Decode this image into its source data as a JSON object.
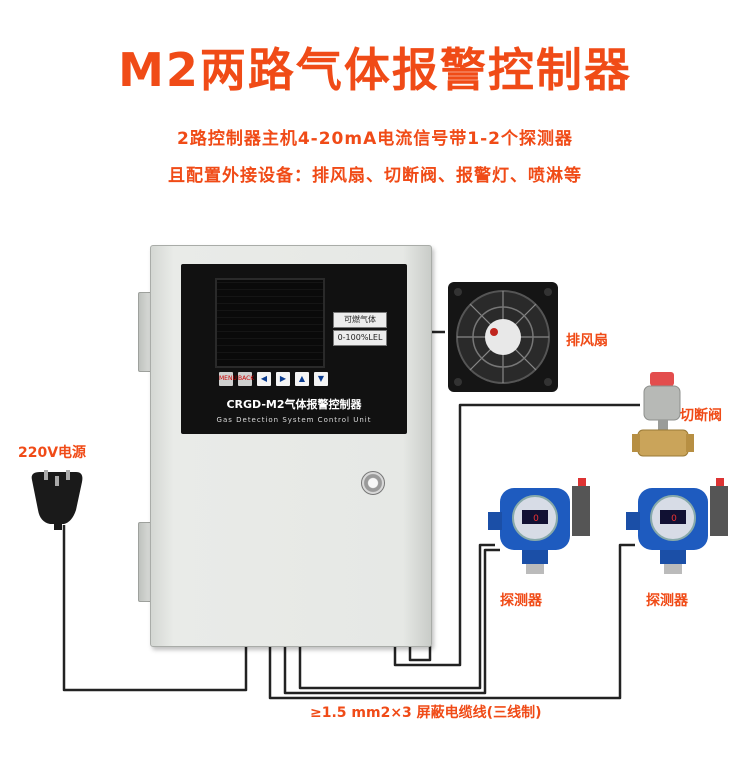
{
  "title": "M2两路气体报警控制器",
  "subtitle_line1": "2路控制器主机4-20mA电流信号带1-2个探测器",
  "subtitle_line2": "且配置外接设备：排风扇、切断阀、报警灯、喷淋等",
  "labels": {
    "power": "220V电源",
    "fan": "排风扇",
    "valve": "切断阀",
    "detector1": "探测器",
    "detector2": "探测器",
    "cable": "≥1.5 mm2×3 屏蔽电缆线(三线制)"
  },
  "controller": {
    "model": "CRGD-M2气体报警控制器",
    "model_en": "Gas Detection System Control Unit",
    "tag": "可燃气体",
    "tag2": "0-100%LEL",
    "key_labels": [
      "MENU",
      "BACK"
    ],
    "nav_keys": [
      "◀",
      "▶",
      "▲",
      "▼"
    ]
  },
  "colors": {
    "accent": "#f04b17",
    "wire": "#222222",
    "detector_blue": "#1e5bbf"
  }
}
